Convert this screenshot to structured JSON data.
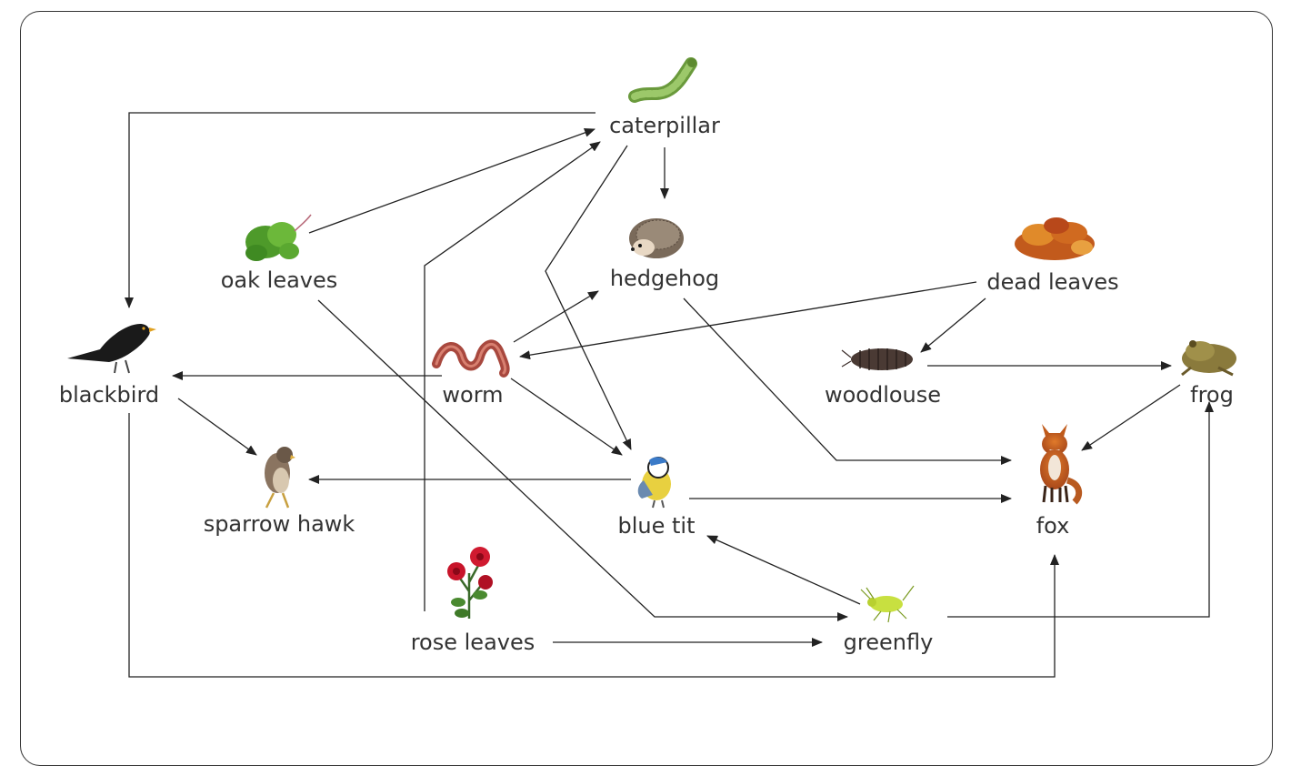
{
  "organisms": {
    "caterpillar": {
      "label": "caterpillar",
      "icon": "caterpillar-icon"
    },
    "oak_leaves": {
      "label": "oak leaves",
      "icon": "oak-leaf-icon"
    },
    "hedgehog": {
      "label": "hedgehog",
      "icon": "hedgehog-icon"
    },
    "dead_leaves": {
      "label": "dead leaves",
      "icon": "dead-leaves-icon"
    },
    "blackbird": {
      "label": "blackbird",
      "icon": "blackbird-icon"
    },
    "worm": {
      "label": "worm",
      "icon": "worm-icon"
    },
    "woodlouse": {
      "label": "woodlouse",
      "icon": "woodlouse-icon"
    },
    "frog": {
      "label": "frog",
      "icon": "frog-icon"
    },
    "sparrow_hawk": {
      "label": "sparrow hawk",
      "icon": "sparrow-hawk-icon"
    },
    "blue_tit": {
      "label": "blue tit",
      "icon": "blue-tit-icon"
    },
    "fox": {
      "label": "fox",
      "icon": "fox-icon"
    },
    "rose_leaves": {
      "label": "rose leaves",
      "icon": "rose-icon"
    },
    "greenfly": {
      "label": "greenfly",
      "icon": "greenfly-icon"
    }
  },
  "links": [
    {
      "from": "caterpillar",
      "to": "blackbird"
    },
    {
      "from": "caterpillar",
      "to": "hedgehog"
    },
    {
      "from": "caterpillar",
      "to": "blue_tit"
    },
    {
      "from": "oak_leaves",
      "to": "caterpillar"
    },
    {
      "from": "oak_leaves",
      "to": "greenfly"
    },
    {
      "from": "rose_leaves",
      "to": "caterpillar"
    },
    {
      "from": "rose_leaves",
      "to": "greenfly"
    },
    {
      "from": "worm",
      "to": "hedgehog"
    },
    {
      "from": "worm",
      "to": "blackbird"
    },
    {
      "from": "worm",
      "to": "blue_tit"
    },
    {
      "from": "dead_leaves",
      "to": "worm"
    },
    {
      "from": "dead_leaves",
      "to": "woodlouse"
    },
    {
      "from": "woodlouse",
      "to": "frog"
    },
    {
      "from": "hedgehog",
      "to": "fox"
    },
    {
      "from": "frog",
      "to": "fox"
    },
    {
      "from": "blackbird",
      "to": "sparrow_hawk"
    },
    {
      "from": "blackbird",
      "to": "fox"
    },
    {
      "from": "blue_tit",
      "to": "sparrow_hawk"
    },
    {
      "from": "blue_tit",
      "to": "fox"
    },
    {
      "from": "greenfly",
      "to": "blue_tit"
    },
    {
      "from": "greenfly",
      "to": "frog"
    }
  ],
  "colors": {
    "arrow": "#222222",
    "text": "#333333",
    "border": "#333333"
  }
}
